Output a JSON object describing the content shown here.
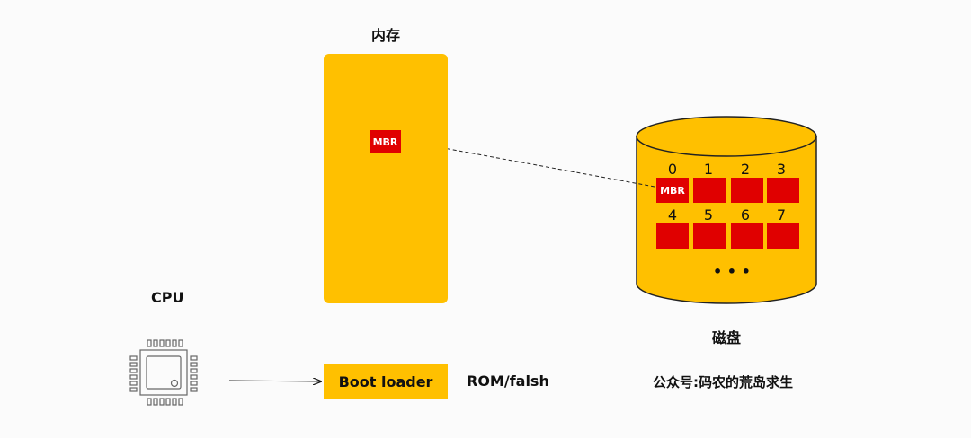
{
  "memory": {
    "title": "内存",
    "mbr_label": "MBR"
  },
  "cpu": {
    "title": "CPU"
  },
  "boot": {
    "label": "Boot loader",
    "rom_label": "ROM/falsh"
  },
  "disk": {
    "title": "磁盘",
    "sector_indexes": [
      "0",
      "1",
      "2",
      "3",
      "4",
      "5",
      "6",
      "7"
    ],
    "mbr_label": "MBR",
    "more": "• • •"
  },
  "footer": {
    "credit": "公众号:码农的荒岛求生"
  },
  "colors": {
    "memory": "#ffc000",
    "sector": "#e00000",
    "disk": "#ffc000"
  }
}
